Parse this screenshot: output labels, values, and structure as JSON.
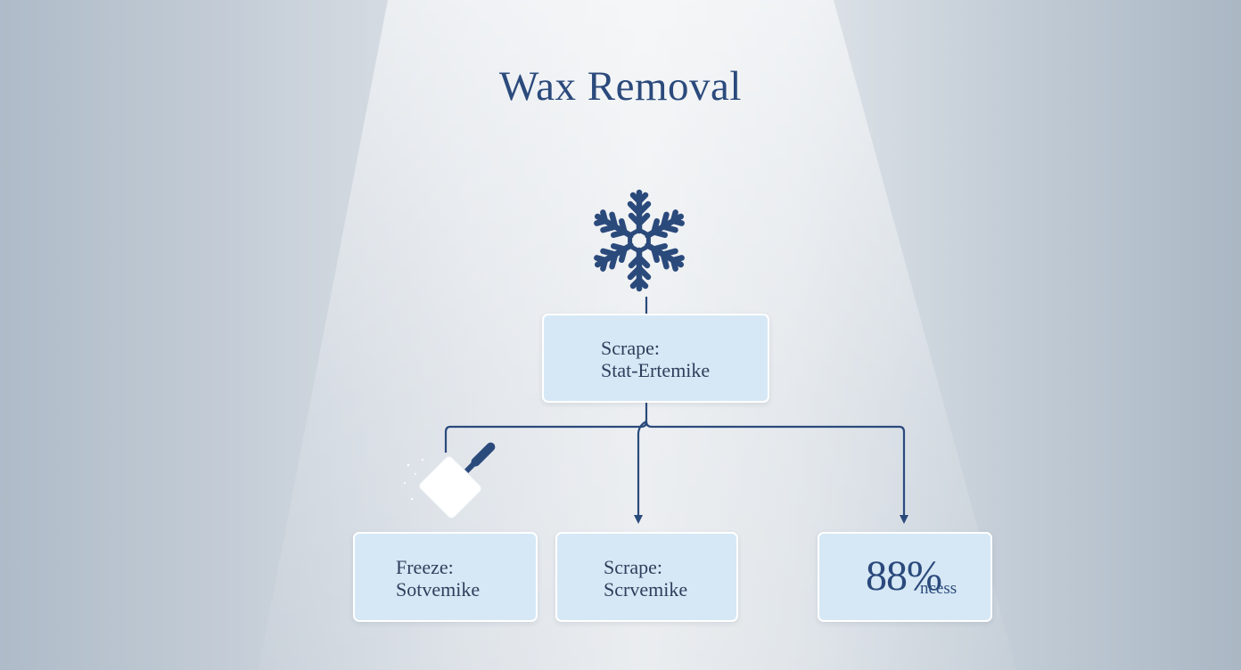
{
  "title": "Wax Removal",
  "nodes": {
    "top": {
      "line1": "Scrape:",
      "line2": "Stat-Ertemike"
    },
    "freeze": {
      "line1": "Freeze:",
      "line2": "Sotvemike"
    },
    "scrape": {
      "line1": "Scrape:",
      "line2": "Scrvemike"
    },
    "result": {
      "value": "88%",
      "label": "ncess"
    }
  },
  "icons": [
    "snowflake-icon",
    "scraper-icon"
  ],
  "colors": {
    "accent": "#2b4a7c",
    "node_fill": "#d6e8f5",
    "node_border": "#ffffff",
    "background": "#dfe4e9"
  }
}
